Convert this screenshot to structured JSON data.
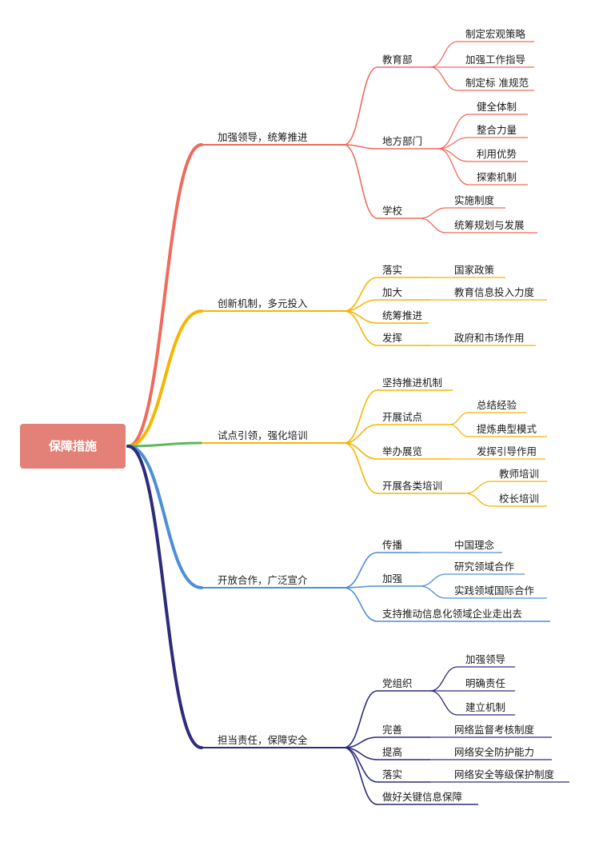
{
  "root": {
    "label": "保障措施"
  },
  "branches": [
    {
      "label": "加强领导，统筹推进",
      "color": "#f06b5c",
      "children": [
        {
          "label": "教育部",
          "children": [
            "制定宏观策略",
            "加强工作指导",
            "制定标 准规范"
          ]
        },
        {
          "label": "地方部门",
          "children": [
            "健全体制",
            "整合力量",
            "利用优势",
            "探索机制"
          ]
        },
        {
          "label": "学校",
          "children": [
            "实施制度",
            "统筹规划与发展"
          ]
        }
      ]
    },
    {
      "label": "创新机制，多元投入",
      "color": "#f7b500",
      "children": [
        {
          "label": "落实",
          "children": [
            "国家政策"
          ]
        },
        {
          "label": "加大",
          "children": [
            "教育信息投入力度"
          ]
        },
        {
          "label": "统筹推进",
          "children": []
        },
        {
          "label": "发挥",
          "children": [
            "政府和市场作用"
          ]
        }
      ]
    },
    {
      "label": "试点引领，强化培训",
      "color": "#f7b500",
      "children": [
        {
          "label": "坚持推进机制",
          "children": []
        },
        {
          "label": "开展试点",
          "children": [
            "总结经验",
            "提炼典型模式"
          ]
        },
        {
          "label": "举办展览",
          "children": [
            "发挥引导作用"
          ]
        },
        {
          "label": "开展各类培训",
          "children": [
            "教师培训",
            "校长培训"
          ]
        }
      ]
    },
    {
      "label": "开放合作，广泛宣介",
      "color": "#4d8fd6",
      "children": [
        {
          "label": "传播",
          "children": [
            "中国理念"
          ]
        },
        {
          "label": "加强",
          "children": [
            "研究领域合作",
            "实践领域国际合作"
          ]
        },
        {
          "label": "支持推动信息化领域企业走出去",
          "children": []
        }
      ]
    },
    {
      "label": "担当责任，保障安全",
      "color": "#2d2c7a",
      "children": [
        {
          "label": "党组织",
          "children": [
            "加强领导",
            "明确责任",
            "建立机制"
          ]
        },
        {
          "label": "完善",
          "children": [
            "网络监督考核制度"
          ]
        },
        {
          "label": "提高",
          "children": [
            "网络安全防护能力"
          ]
        },
        {
          "label": "落实",
          "children": [
            "网络安全等级保护制度"
          ]
        },
        {
          "label": "做好关键信息保障",
          "children": []
        }
      ]
    }
  ],
  "connector_colors": {
    "trunk_accent": "#5cb85c"
  }
}
